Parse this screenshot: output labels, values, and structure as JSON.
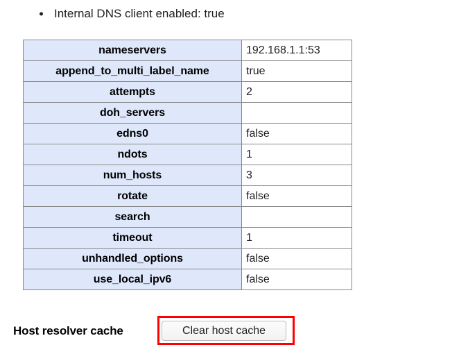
{
  "status_line": {
    "bullet_icon": "bullet-dot-icon",
    "text": "Internal DNS client enabled: true"
  },
  "dns_config_table": {
    "rows": [
      {
        "key": "nameservers",
        "value": "192.168.1.1:53"
      },
      {
        "key": "append_to_multi_label_name",
        "value": "true"
      },
      {
        "key": "attempts",
        "value": "2"
      },
      {
        "key": "doh_servers",
        "value": ""
      },
      {
        "key": "edns0",
        "value": "false"
      },
      {
        "key": "ndots",
        "value": "1"
      },
      {
        "key": "num_hosts",
        "value": "3"
      },
      {
        "key": "rotate",
        "value": "false"
      },
      {
        "key": "search",
        "value": ""
      },
      {
        "key": "timeout",
        "value": "1"
      },
      {
        "key": "unhandled_options",
        "value": "false"
      },
      {
        "key": "use_local_ipv6",
        "value": "false"
      }
    ]
  },
  "host_resolver_cache": {
    "title": "Host resolver cache",
    "clear_button_label": "Clear host cache"
  },
  "colors": {
    "key_cell_background": "#dfe8fb",
    "table_border": "#868686",
    "annotation_red": "#ff0000",
    "page_background": "#ffffff",
    "text": "#202124"
  }
}
